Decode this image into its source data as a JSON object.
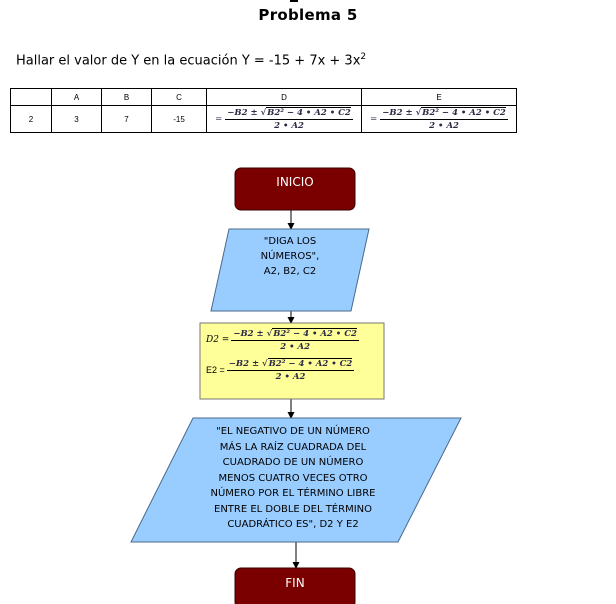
{
  "title": "Problema 5",
  "statement": {
    "text": "Hallar el valor de Y en la ecuación Y = -15 + 7x + 3x",
    "exponent": "2"
  },
  "sheet": {
    "headers": [
      "",
      "A",
      "B",
      "C",
      "D",
      "E"
    ],
    "row": [
      "2",
      "3",
      "7",
      "-15"
    ],
    "formula": {
      "eq": "=",
      "numerator_prefix": "−B2 ± ",
      "sqrt_symbol": "√",
      "radicand": "B2² − 4 • A2 • C2",
      "denominator": "2 • A2"
    }
  },
  "flowchart": {
    "start": "INICIO",
    "input_lines": [
      "\"DIGA LOS",
      "NÚMEROS\",",
      "A2, B2, C2"
    ],
    "process": {
      "d_label": "D2 =",
      "e_label": "E2 ="
    },
    "output_lines": [
      "\"EL NEGATIVO DE UN NÚMERO",
      "MÁS LA RAÍZ CUADRADA DEL",
      "CUADRADO DE UN NÚMERO",
      "MENOS CUATRO VECES OTRO",
      "NÚMERO POR EL TÉRMINO LIBRE",
      "ENTRE EL DOBLE DEL TÉRMINO",
      "CUADRÁTICO ES\", D2 Y E2"
    ],
    "end": "FIN"
  },
  "colors": {
    "terminal_fill": "#7a0000",
    "io_fill": "#99ccff",
    "process_fill": "#ffff99",
    "text_on_terminal": "#ffffff"
  }
}
